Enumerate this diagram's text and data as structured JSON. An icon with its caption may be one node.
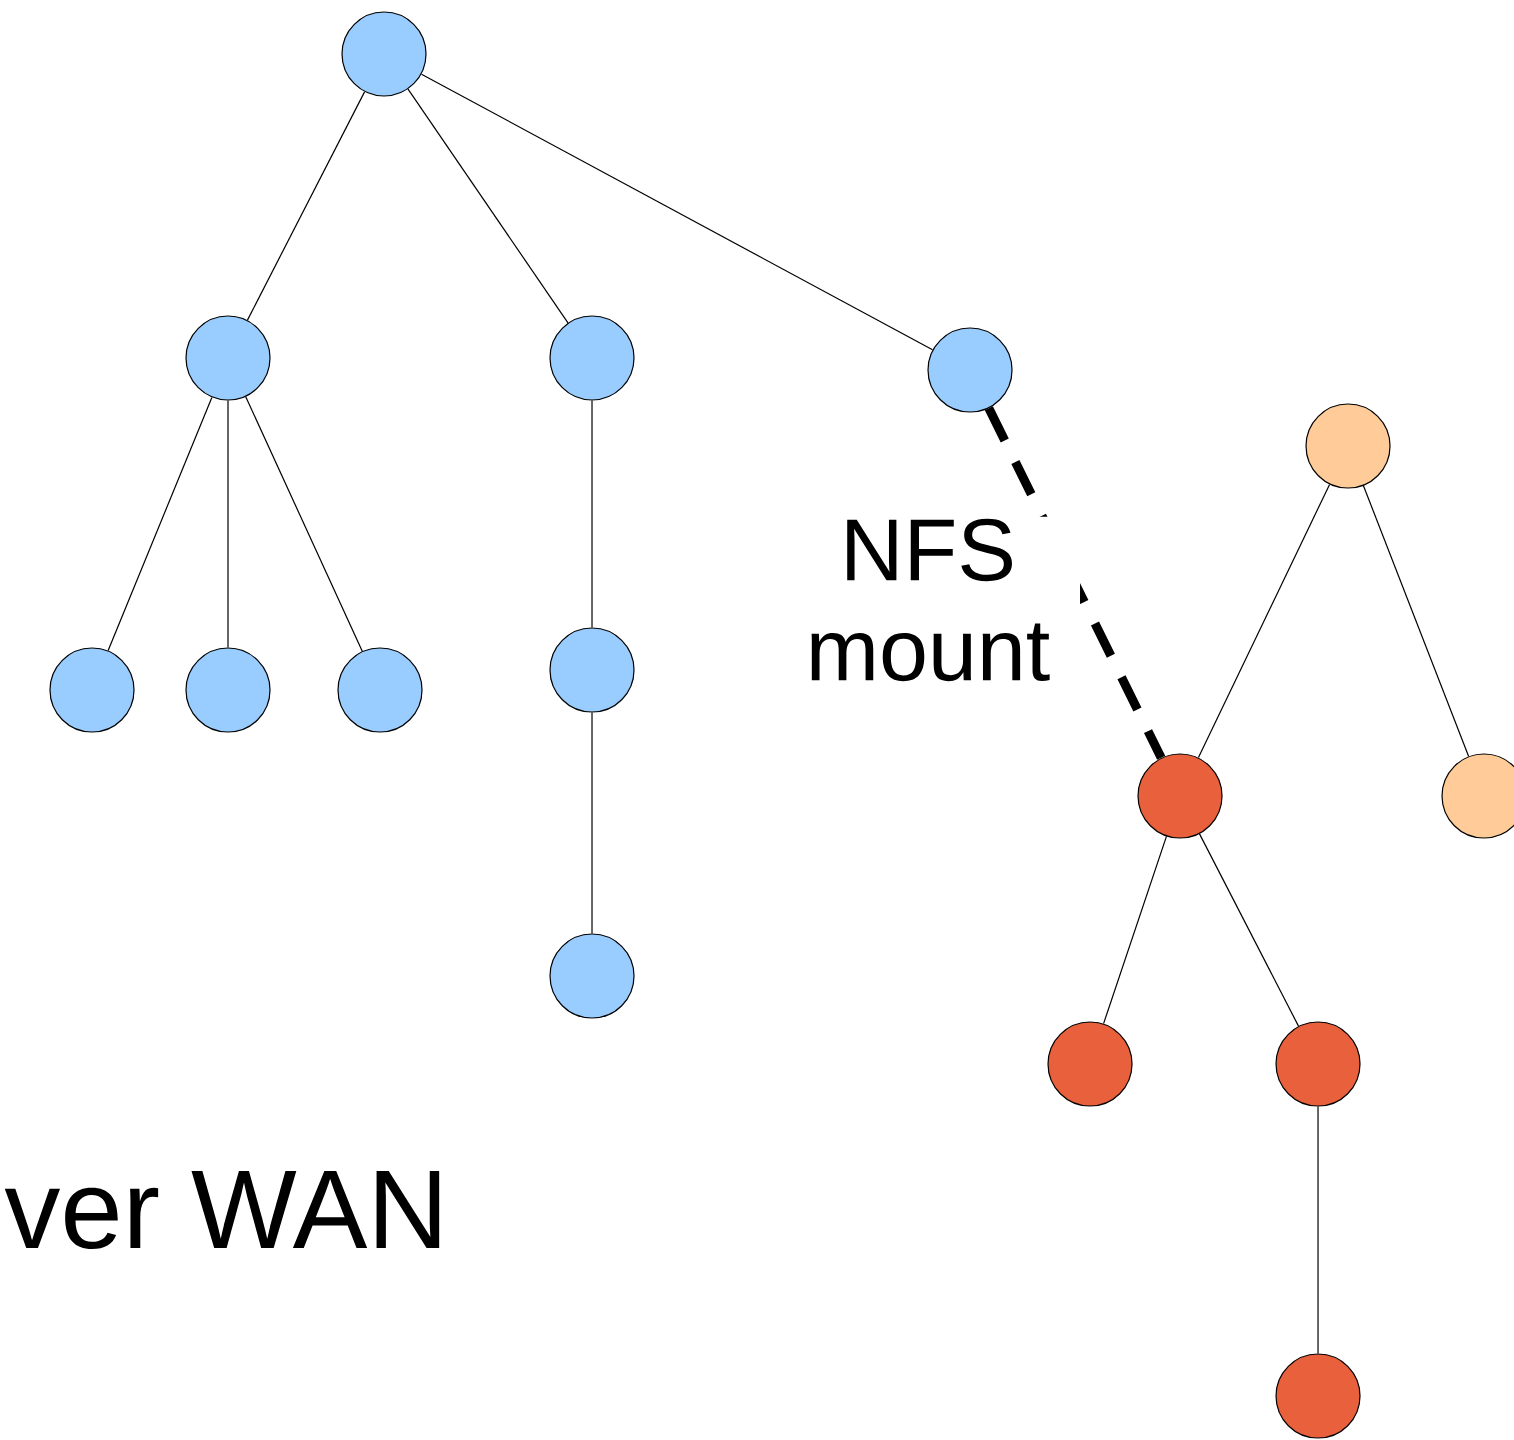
{
  "diagram": {
    "nodes": [
      {
        "text": [],
        "shape": "circle"
      },
      {
        "text": [],
        "shape": "circle"
      },
      {
        "text": [],
        "shape": "circle"
      },
      {
        "text": [],
        "shape": "circle"
      },
      {
        "text": [],
        "shape": "circle"
      },
      {
        "text": [],
        "shape": "circle"
      },
      {
        "text": [],
        "shape": "circle"
      },
      {
        "text": [],
        "shape": "circle"
      },
      {
        "text": [],
        "shape": "circle"
      },
      {
        "text": [],
        "shape": "circle"
      },
      {
        "text": [],
        "shape": "circle"
      },
      {
        "text": [],
        "shape": "circle"
      },
      {
        "text": [],
        "shape": "circle"
      },
      {
        "text": [],
        "shape": "circle"
      },
      {
        "text": [],
        "shape": "circle"
      }
    ],
    "edges": [
      {
        "from": 0,
        "to": 1,
        "arrow": "none"
      },
      {
        "from": 0,
        "to": 2,
        "arrow": "none"
      },
      {
        "from": 0,
        "to": 3,
        "arrow": "none"
      },
      {
        "from": 1,
        "to": 4,
        "arrow": "none"
      },
      {
        "from": 1,
        "to": 5,
        "arrow": "none"
      },
      {
        "from": 1,
        "to": 6,
        "arrow": "none"
      },
      {
        "from": 2,
        "to": 7,
        "arrow": "none"
      },
      {
        "from": 7,
        "to": 8,
        "arrow": "none"
      },
      {
        "from": 3,
        "to": 10,
        "arrow": "none",
        "style": "dashed",
        "label": "NFS mount"
      },
      {
        "from": 9,
        "to": 10,
        "arrow": "none"
      },
      {
        "from": 9,
        "to": 11,
        "arrow": "none"
      },
      {
        "from": 10,
        "to": 12,
        "arrow": "none"
      },
      {
        "from": 10,
        "to": 13,
        "arrow": "none"
      },
      {
        "from": 13,
        "to": 14,
        "arrow": "none"
      }
    ],
    "labels": [
      "ver WAN"
    ]
  }
}
